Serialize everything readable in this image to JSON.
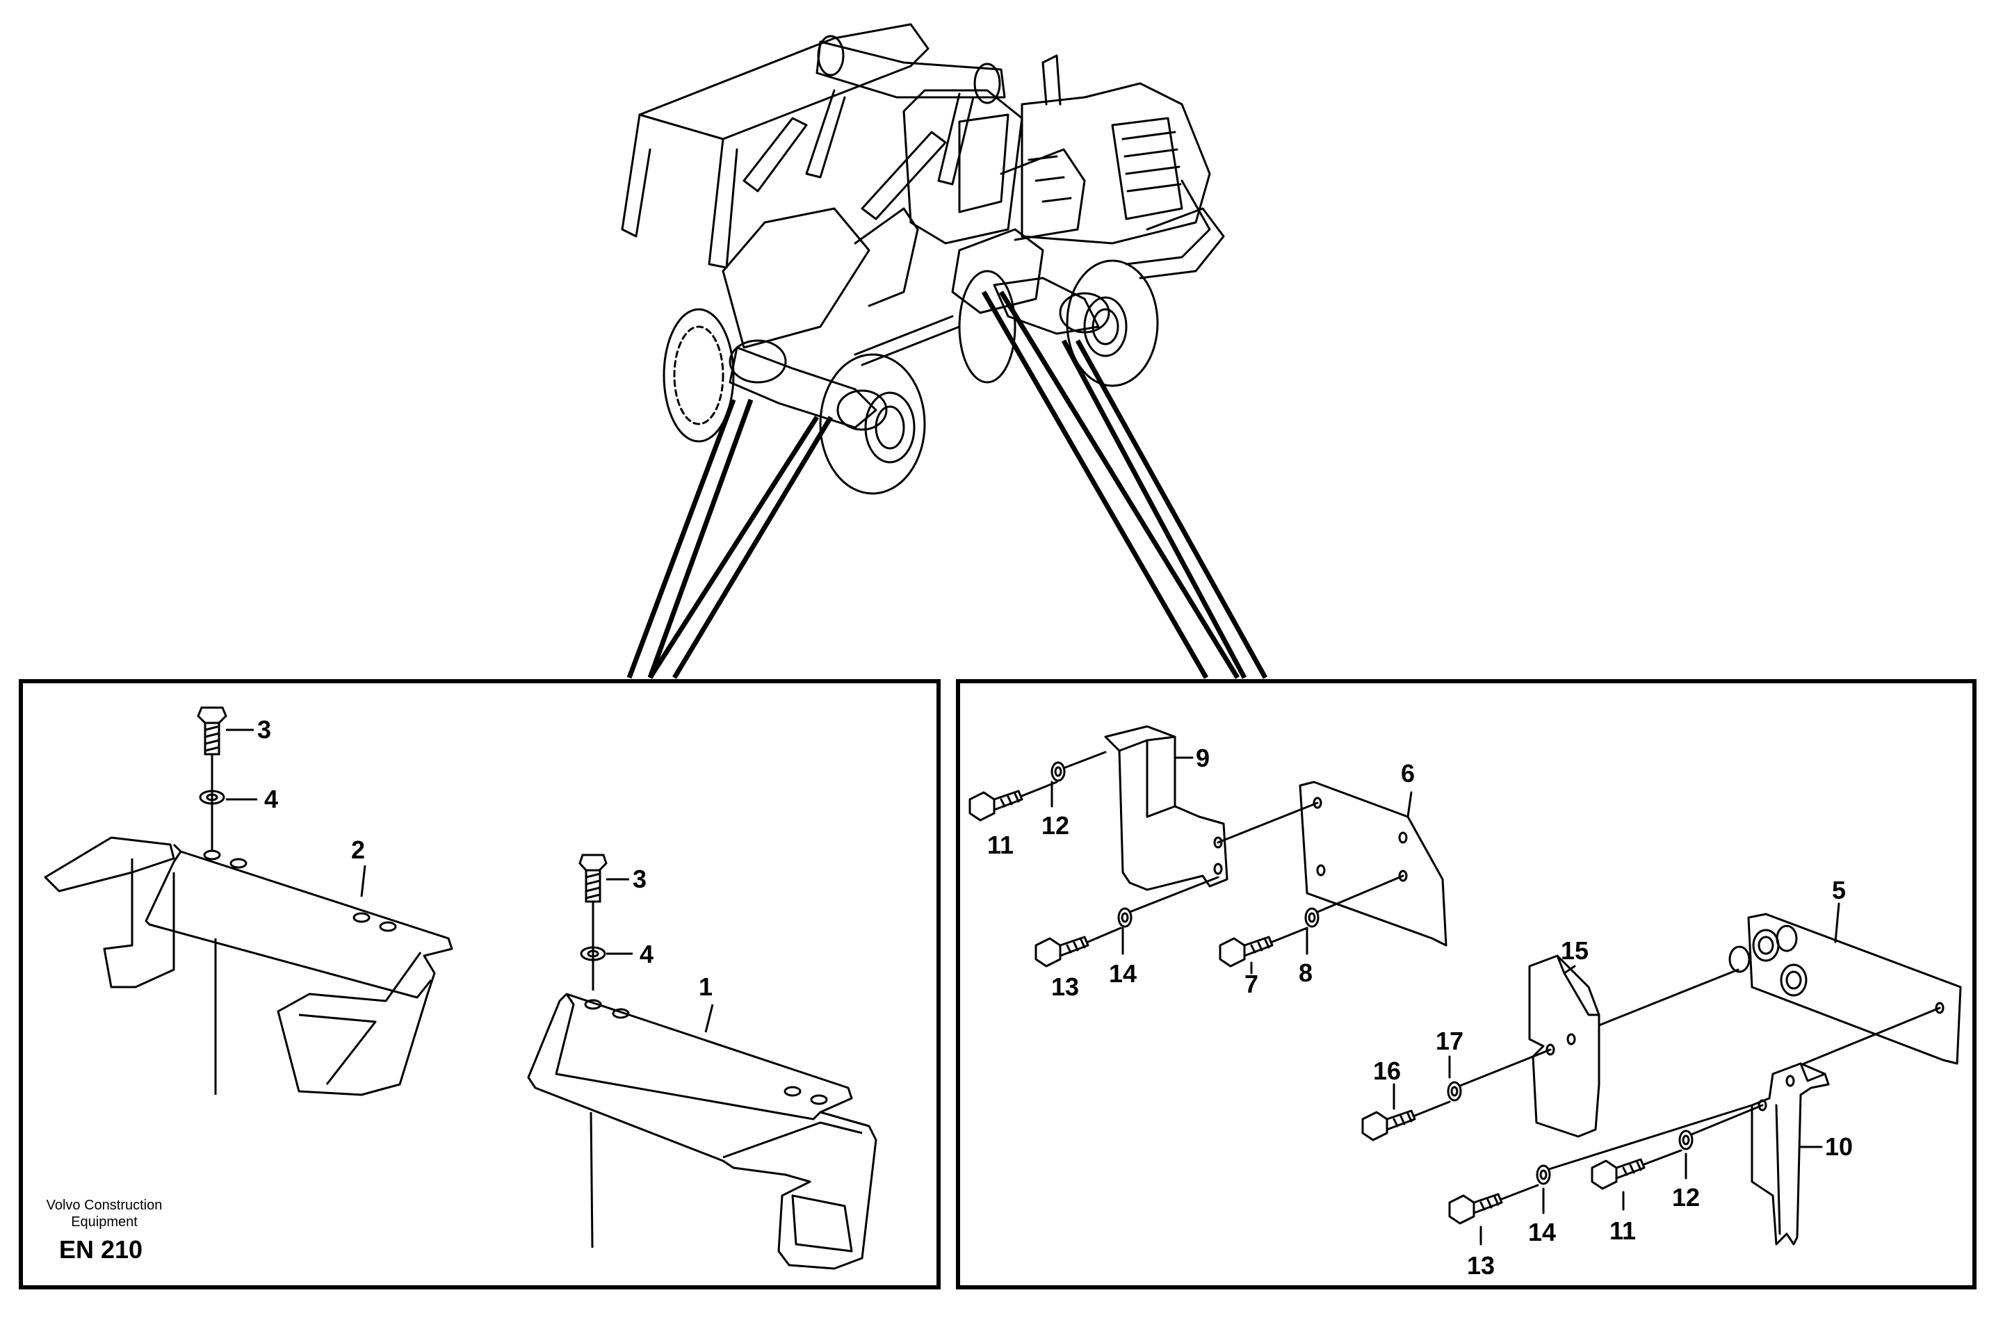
{
  "figure": {
    "publisher_line1": "Volvo Construction",
    "publisher_line2": "Equipment",
    "figure_code": "EN 210"
  },
  "left_panel": {
    "callouts": [
      "3",
      "4",
      "2",
      "3",
      "4",
      "1"
    ]
  },
  "right_panel": {
    "callouts": [
      "9",
      "6",
      "11",
      "12",
      "13",
      "14",
      "7",
      "8",
      "5",
      "15",
      "17",
      "16",
      "10",
      "11",
      "12",
      "13",
      "14"
    ]
  }
}
